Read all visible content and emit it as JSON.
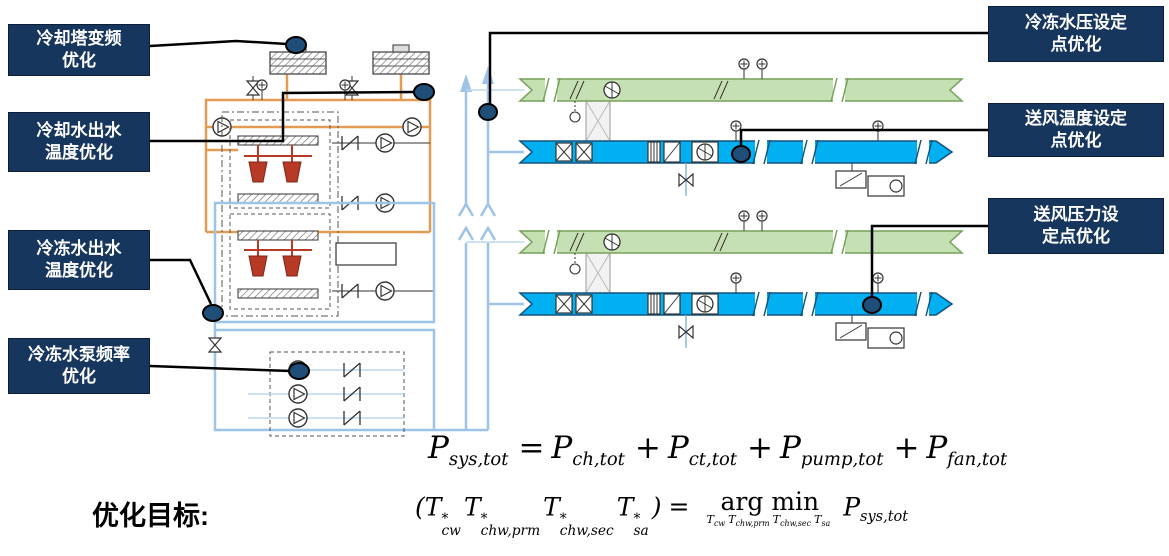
{
  "colors": {
    "navy": "#17365D",
    "node": "#1F4E79",
    "orange": "#E39A52",
    "red": "#B63A26",
    "lightblue": "#9DC3E6",
    "green-fill": "#C5E0B3",
    "green-stroke": "#76A05B",
    "cyan-fill": "#00B0F0"
  },
  "callouts": {
    "left": [
      {
        "lines": [
          "冷却塔变频",
          "优化"
        ]
      },
      {
        "lines": [
          "冷却水出水",
          "温度优化"
        ]
      },
      {
        "lines": [
          "冷冻水出水",
          "温度优化"
        ]
      },
      {
        "lines": [
          "冷冻水泵频率",
          "优化"
        ]
      }
    ],
    "right": [
      {
        "lines": [
          "冷冻水压设定",
          "点优化"
        ]
      },
      {
        "lines": [
          "送风温度设定",
          "点优化"
        ]
      },
      {
        "lines": [
          "送风压力设",
          "定点优化"
        ]
      }
    ]
  },
  "objective": {
    "heading": "优化目标:"
  },
  "formula1": {
    "P": "P",
    "sub_sys": "sys,tot",
    "eq": "=",
    "sub_ch": "ch,tot",
    "plus": "+",
    "sub_ct": "ct,tot",
    "sub_pump": "pump,tot",
    "sub_fan": "fan,tot"
  },
  "formula2": {
    "lparen": "(",
    "T": "T",
    "star": "*",
    "sub_cw": "cw",
    "sub_chw_prm": "chw,prm",
    "sub_chw_sec": "chw,sec",
    "sub_sa": "sa",
    "rparen": ")",
    "eq": "=",
    "argmin": "arg min",
    "P": "P",
    "sub_sys": "sys,tot"
  }
}
